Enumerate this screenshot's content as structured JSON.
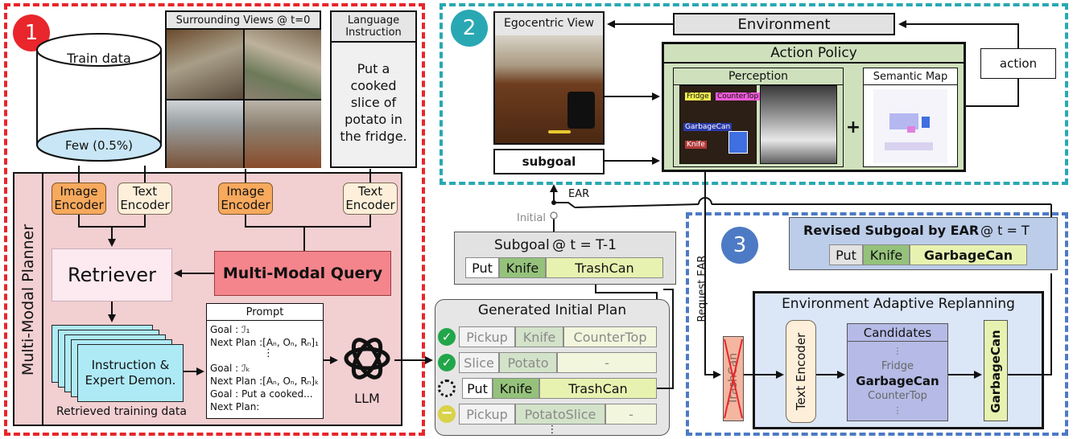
{
  "badges": {
    "one": "1",
    "two": "2",
    "three": "3"
  },
  "panel1": {
    "train_data": "Train data",
    "few": "Few (0.5%)",
    "surrounding_views": "Surrounding Views @ t=0",
    "language_instruction": "Language Instruction",
    "instruction_text": "Put a cooked slice of potato in the fridge.",
    "planner_label": "Multi-Modal Planner",
    "image_encoder": "Image Encoder",
    "text_encoder": "Text Encoder",
    "retriever": "Retriever",
    "multimodal_query": "Multi-Modal Query",
    "stack_label": "Instruction & Expert Demon.",
    "retrieved_training_data": "Retrieved training data",
    "prompt": {
      "title": "Prompt",
      "lines": [
        "Goal : ℐ₁",
        "Next Plan :[Aₙ, Oₙ, Rₙ]₁",
        "⋮",
        "Goal : ℐₖ",
        "Next Plan :[Aₙ, Oₙ, Rₙ]ₖ",
        "Goal : Put a cooked...",
        "Next Plan:"
      ]
    },
    "llm": "LLM"
  },
  "panel2": {
    "egocentric_view": "Egocentric View",
    "environment": "Environment",
    "action_policy": "Action Policy",
    "perception": "Perception",
    "semantic_map": "Semantic Map",
    "action": "action",
    "subgoal": "subgoal",
    "plus": "+",
    "seg_labels": [
      "Fridge",
      "CounterTop",
      "GarbageCan",
      "Knife"
    ]
  },
  "switch": {
    "ear": "EAR",
    "initial": "Initial"
  },
  "subgoal_prev": {
    "title": "Subgoal",
    "time": "@ t = T-1",
    "cells": [
      "Put",
      "Knife",
      "TrashCan"
    ]
  },
  "initial_plan": {
    "title": "Generated Initial Plan",
    "rows": [
      {
        "cells": [
          "Pickup",
          "Knife",
          "CounterTop"
        ]
      },
      {
        "cells": [
          "Slice",
          "Potato",
          "-"
        ]
      },
      {
        "cells": [
          "Put",
          "Knife",
          "TrashCan"
        ]
      },
      {
        "cells": [
          "Pickup",
          "PotatoSlice",
          "-"
        ]
      }
    ],
    "more": "⋮"
  },
  "panel3": {
    "revised_title": "Revised Subgoal by EAR",
    "revised_time": "@ t = T",
    "revised_cells": [
      "Put",
      "Knife",
      "GarbageCan"
    ],
    "request_ear": "Request EAR",
    "ear_title": "Environment Adaptive Replanning",
    "trashcan": "TrashCan",
    "text_encoder": "Text Encoder",
    "candidates_title": "Candidates",
    "candidates": [
      "Fridge",
      "GarbageCan",
      "CounterTop"
    ],
    "dots": "⋮",
    "result": "GarbageCan"
  },
  "colors": {
    "red": "#e8262c",
    "teal": "#29a8b3",
    "blue": "#4d7ac4",
    "pink_panel": "#f2cfd1",
    "green_panel": "#cfe0bd",
    "query": "#f4858c",
    "lime": "#e8f2b0",
    "green_cell": "#95c27b"
  }
}
